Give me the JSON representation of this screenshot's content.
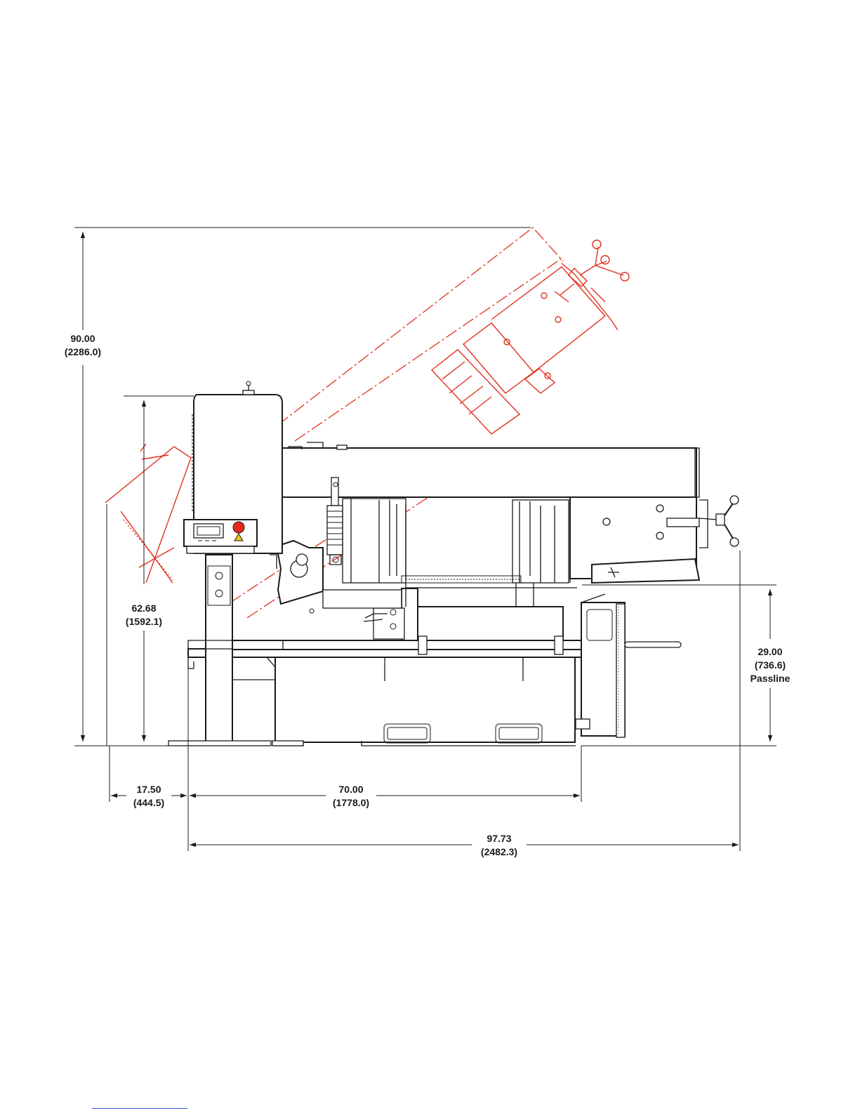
{
  "dimensions": {
    "overall_height": {
      "value": "90.00",
      "metric": "(2286.0)"
    },
    "head_height": {
      "value": "62.68",
      "metric": "(1592.1)"
    },
    "passline": {
      "value": "29.00",
      "metric": "(736.6)",
      "label": "Passline"
    },
    "left_offset": {
      "value": "17.50",
      "metric": "(444.5)"
    },
    "base_length": {
      "value": "70.00",
      "metric": "(1778.0)"
    },
    "overall_length": {
      "value": "97.73",
      "metric": "(2482.3)"
    }
  },
  "colors": {
    "line": "#1a1a1a",
    "raised_position": "#e0301e",
    "estop": "#e8281e",
    "warning": "#f2c21b"
  }
}
